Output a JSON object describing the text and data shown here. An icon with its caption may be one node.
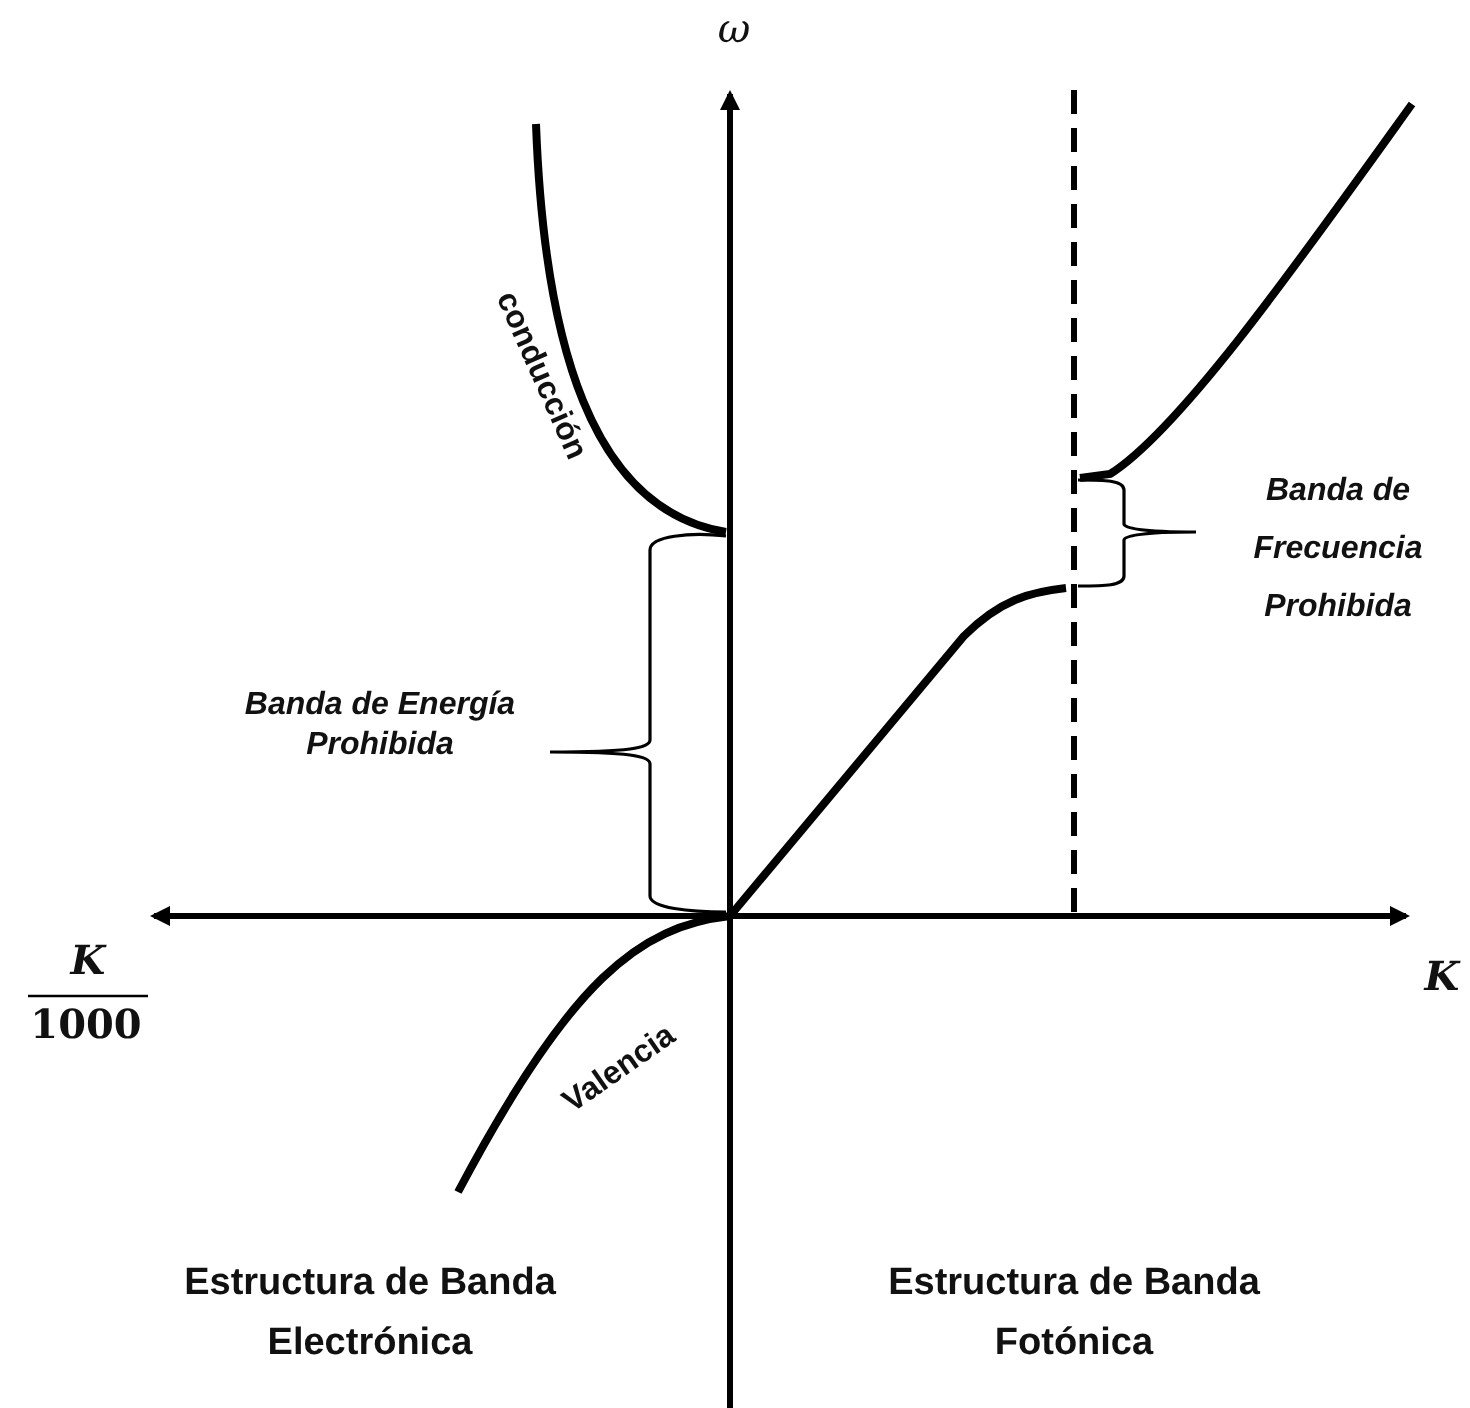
{
  "diagram": {
    "labels": [
      "ω",
      "conducción",
      "Banda de Energía Prohibida",
      "Banda de Frecuencia Prohibida",
      "K",
      "1000",
      "Valencia",
      "K",
      "Estructura de Banda Electrónica",
      "Estructura de Banda Fotónica"
    ]
  }
}
